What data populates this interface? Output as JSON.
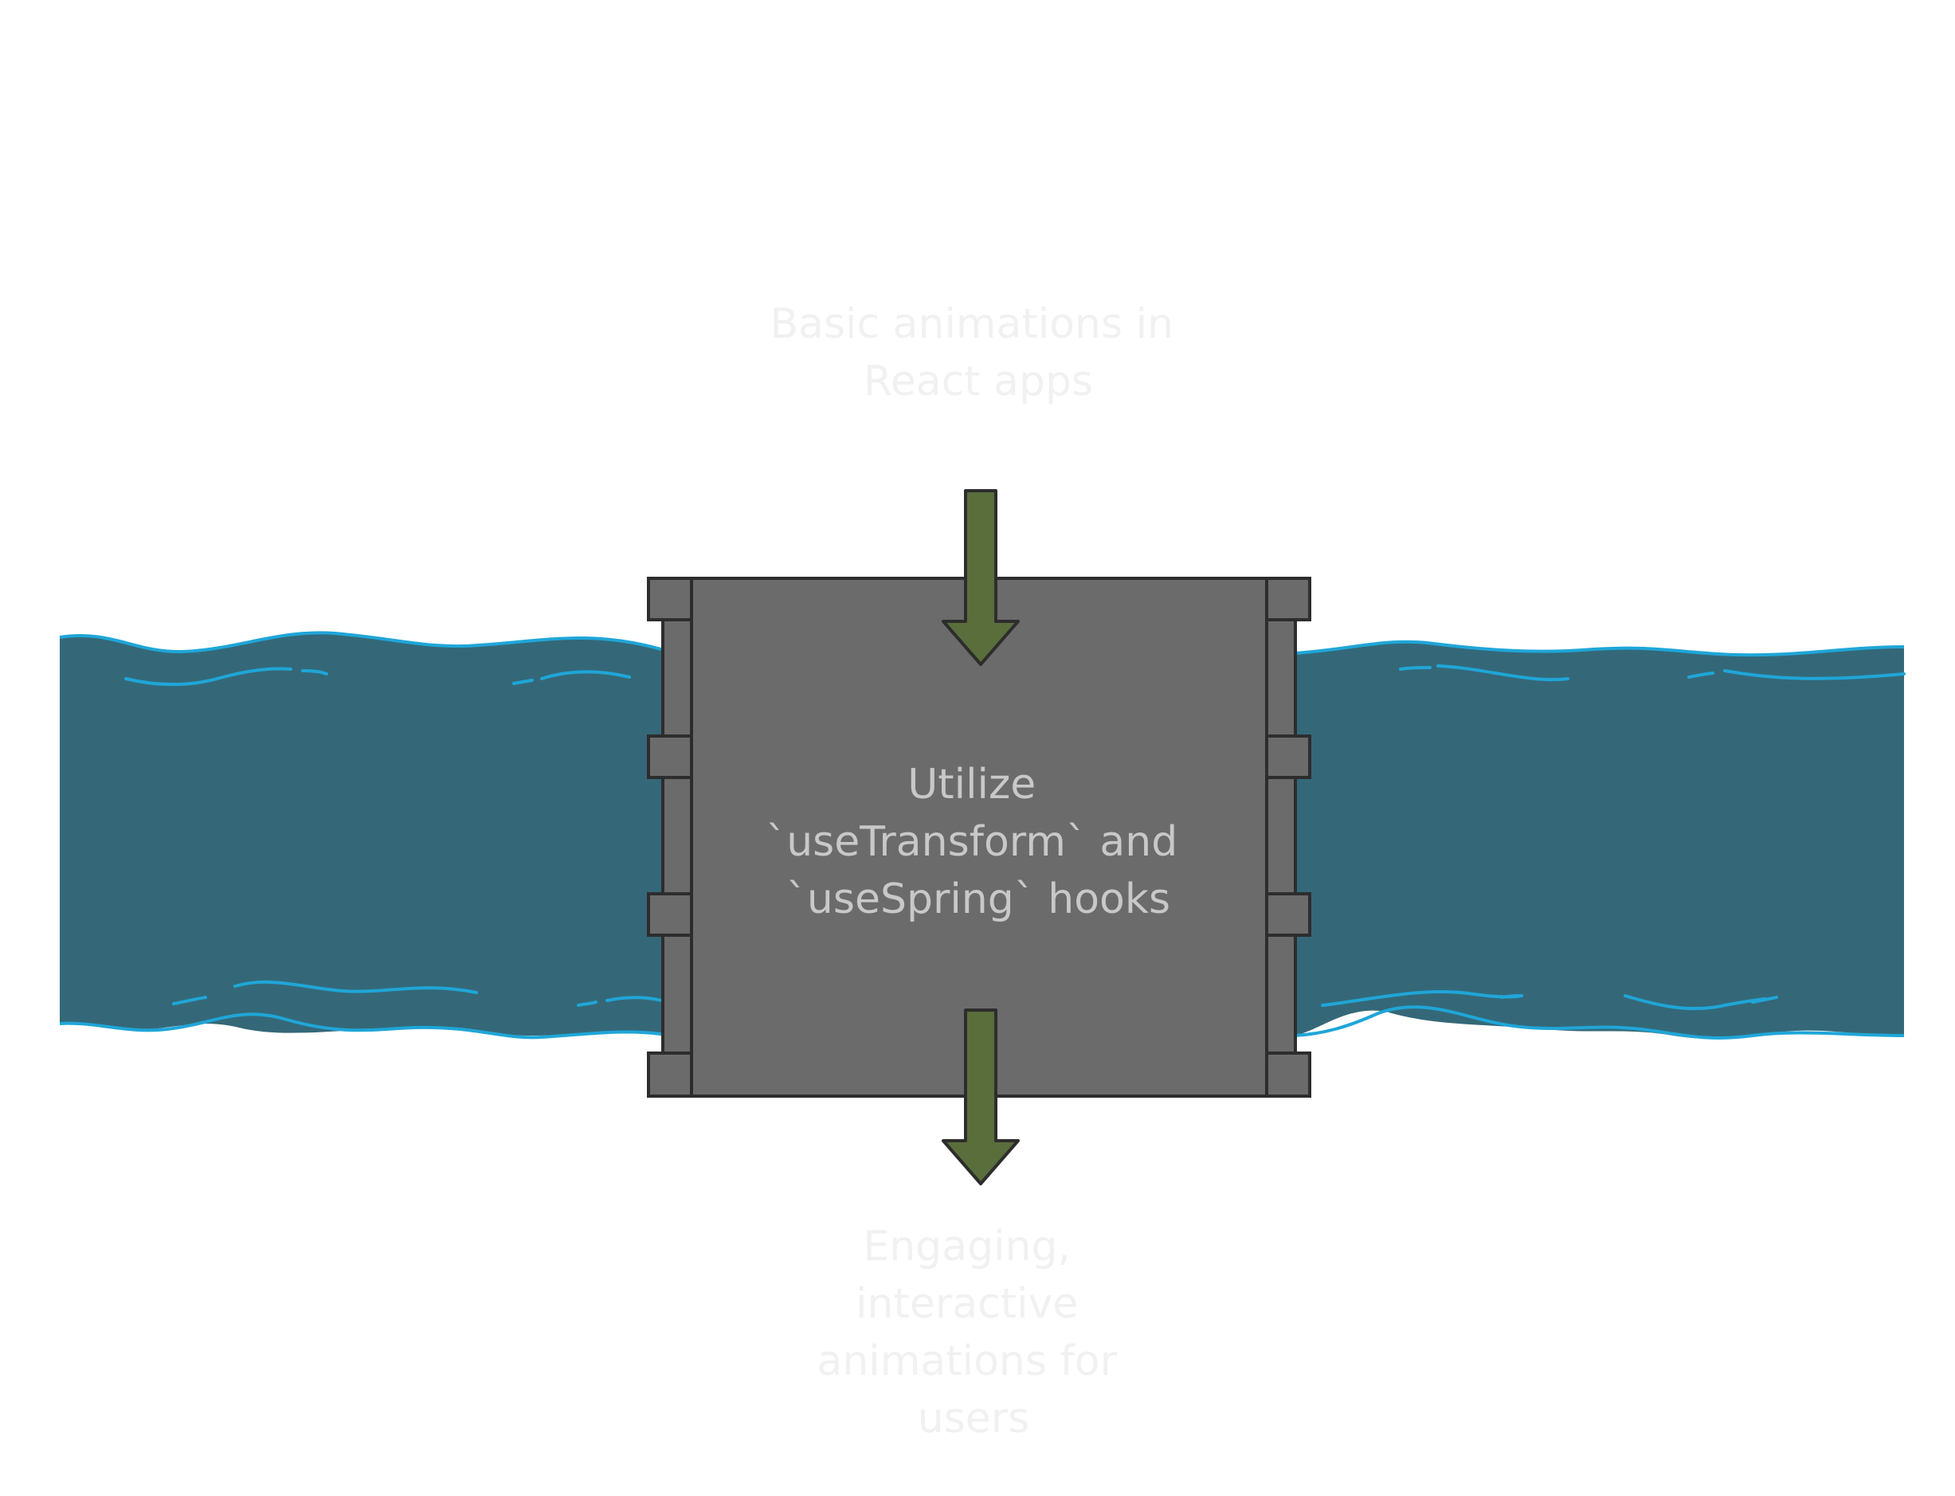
{
  "diagram": {
    "input_label": [
      "Basic animations in",
      "React apps"
    ],
    "process_label": [
      "Utilize",
      "`useTransform` and",
      "`useSpring` hooks"
    ],
    "output_label": [
      "Engaging,",
      "interactive",
      "animations for",
      "users"
    ]
  },
  "colors": {
    "river_fill": "#346878",
    "river_edge": "#1fa6d8",
    "dam_fill": "#6b6b6b",
    "dam_stroke": "#2d2d2d",
    "arrow_fill": "#5a6e3c",
    "faint_text": "#f1f1f1",
    "center_text": "#c8c8c8"
  }
}
